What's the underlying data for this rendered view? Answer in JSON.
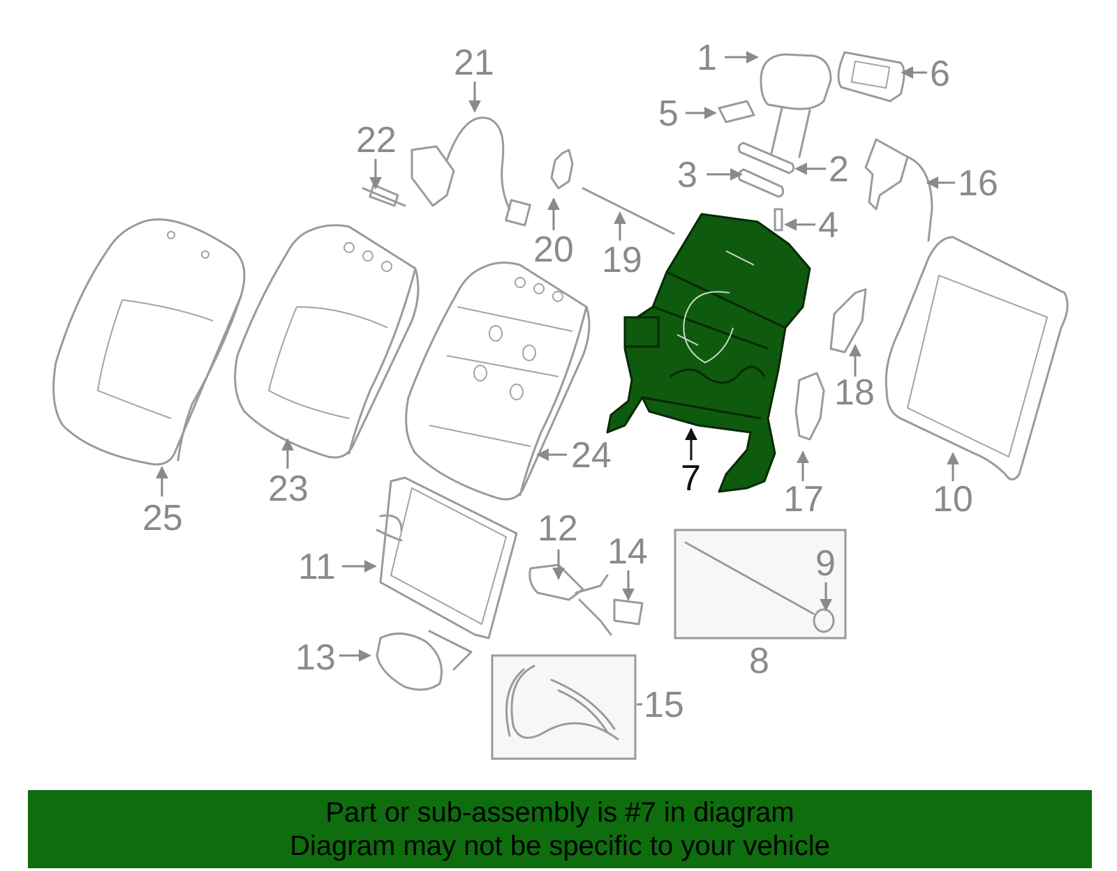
{
  "diagram": {
    "highlight_color": "#0e5a0e",
    "line_color": "#9a9a9a",
    "highlighted_part": "7",
    "callouts": [
      "1",
      "2",
      "3",
      "4",
      "5",
      "6",
      "7",
      "8",
      "9",
      "10",
      "11",
      "12",
      "13",
      "14",
      "15",
      "16",
      "17",
      "18",
      "19",
      "20",
      "21",
      "22",
      "23",
      "24",
      "25"
    ]
  },
  "banner": {
    "background": "#0e6e0e",
    "line1": "Part or sub-assembly is #7 in diagram",
    "line2": "Diagram may not be specific to your vehicle"
  }
}
